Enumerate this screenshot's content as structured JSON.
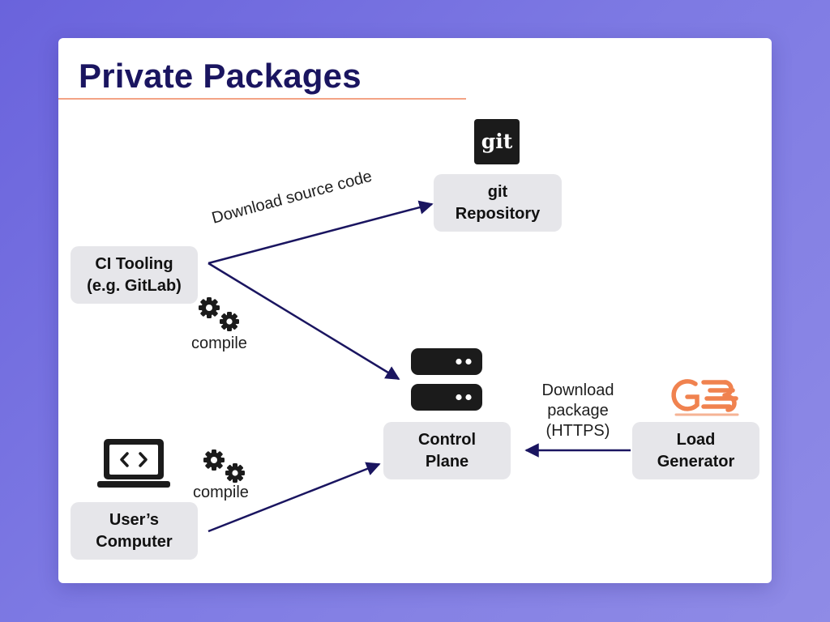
{
  "title": "Private Packages",
  "nodes": {
    "ci": "CI Tooling\n(e.g. GitLab)",
    "git_repo": "git\nRepository",
    "control_plane": "Control\nPlane",
    "users_computer": "User’s\nComputer",
    "load_generator": "Load\nGenerator"
  },
  "logos": {
    "git": "git"
  },
  "edges": {
    "download_source": "Download source code",
    "download_package": "Download\npackage\n(HTTPS)"
  },
  "compile_labels": {
    "ci": "compile",
    "user": "compile"
  },
  "colors": {
    "arrow": "#1a1560",
    "title": "#1a1560",
    "rule": "#f3a385",
    "node_fill": "#e6e6ea",
    "load_generator_logo": "#f0824f"
  },
  "icons": [
    "git-logo",
    "gear-icon",
    "server-icon",
    "laptop-code-icon",
    "load-generator-logo"
  ]
}
